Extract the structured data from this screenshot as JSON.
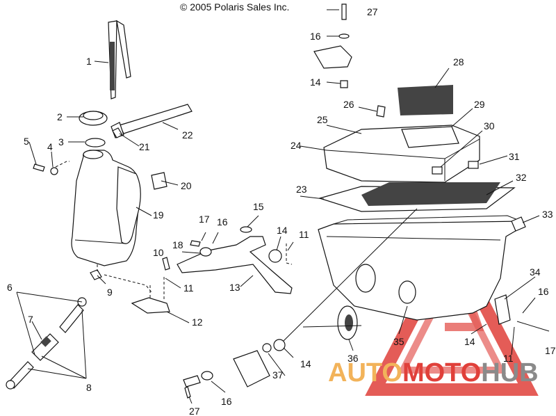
{
  "header": {
    "copyright": "© 2005 Polaris Sales Inc."
  },
  "colors": {
    "watermark_red": "#e0403a",
    "watermark_orange": "#f2b35a",
    "watermark_gray": "#8a8a8a"
  },
  "watermark": {
    "part1": "AUTO",
    "part2": "MOTO",
    "part3": "HUB"
  },
  "callouts": {
    "c1": "1",
    "c2": "2",
    "c3": "3",
    "c4": "4",
    "c5": "5",
    "c6": "6",
    "c7": "7",
    "c8": "8",
    "c9": "9",
    "c10": "10",
    "c11a": "11",
    "c11b": "11",
    "c11c": "11",
    "c12": "12",
    "c13": "13",
    "c14a": "14",
    "c14b": "14",
    "c14c": "14",
    "c14d": "14",
    "c15": "15",
    "c16a": "16",
    "c16b": "16",
    "c16c": "16",
    "c16d": "16",
    "c17a": "17",
    "c17b": "17",
    "c18": "18",
    "c19": "19",
    "c20": "20",
    "c21": "21",
    "c22": "22",
    "c23": "23",
    "c24": "24",
    "c25": "25",
    "c26": "26",
    "c27a": "27",
    "c27b": "27",
    "c28": "28",
    "c29": "29",
    "c30": "30",
    "c31": "31",
    "c32": "32",
    "c33": "33",
    "c34": "34",
    "c35": "35",
    "c36": "36",
    "c37": "37"
  }
}
